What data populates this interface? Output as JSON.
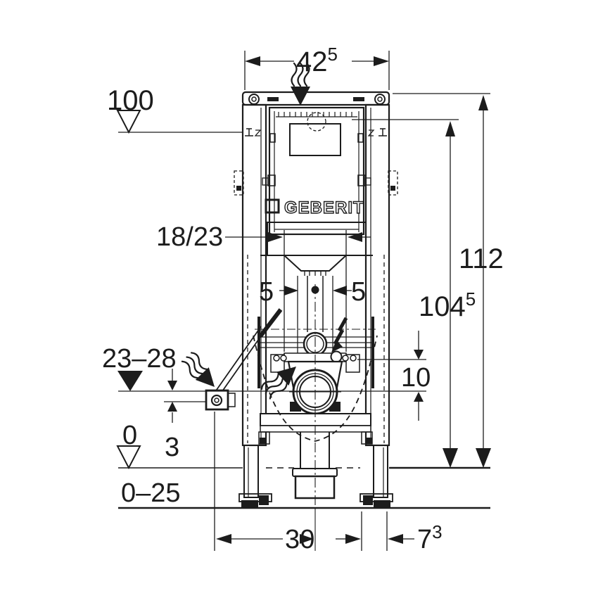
{
  "brand": "GEBERIT",
  "dims": {
    "top_width": {
      "value": "42",
      "sup": "5"
    },
    "level_top": "100",
    "total_height": "112",
    "cistern_height": {
      "value": "104",
      "sup": "5"
    },
    "flush_pipe_distance": "18/23",
    "offset_left": "5",
    "offset_right": "5",
    "connection_range": "23–28",
    "supply_offset": "10",
    "bracket_offset": "3",
    "floor_level": "0",
    "floor_buildup_range": "0–25",
    "drain_distance": "30",
    "foot_depth": {
      "value": "7",
      "sup": "3"
    }
  },
  "icons": {
    "odor_extraction_top": "wavy-arrow-down",
    "odor_extraction_bracket": "wavy-arrow-down-right",
    "odor_extraction_bend": "wavy-arrow-up-right",
    "power_connection": "lightning-arrow",
    "level_marker_open": "open-triangle",
    "level_marker_filled": "filled-triangle"
  },
  "colors": {
    "ink": "#1c1c1c",
    "background": "#ffffff"
  }
}
